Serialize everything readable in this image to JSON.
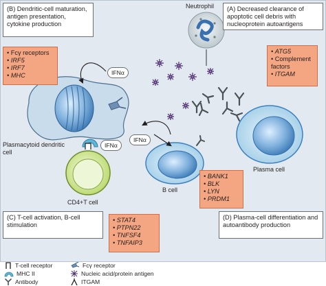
{
  "panels": {
    "b": {
      "title": "(B) Dendritic-cell maturation, antigen presentation, cytokine production"
    },
    "a": {
      "title": "(A) Decreased clearance of apoptotic cell debris with nucleoprotein autoantigens"
    },
    "c": {
      "title": "(C) T-cell activation, B-cell stimulation"
    },
    "d": {
      "title": "(D) Plasma-cell differentiation and autoantibody production"
    }
  },
  "genes": {
    "b": [
      {
        "text": "Fcγ receptors",
        "italic": false
      },
      {
        "text": "IRF5",
        "italic": true
      },
      {
        "text": "IRF7",
        "italic": true
      },
      {
        "text": "MHC",
        "italic": true
      }
    ],
    "a": [
      {
        "text": "ATG5",
        "italic": true
      },
      {
        "text": "Complement factors",
        "italic": false
      },
      {
        "text": "ITGAM",
        "italic": true
      }
    ],
    "c": [
      {
        "text": "STAT4",
        "italic": true
      },
      {
        "text": "PTPN22",
        "italic": true
      },
      {
        "text": "TNFSF4",
        "italic": true
      },
      {
        "text": "TNFAIP3",
        "italic": true
      }
    ],
    "bcell": [
      {
        "text": "BANK1",
        "italic": true
      },
      {
        "text": "BLK",
        "italic": true
      },
      {
        "text": "LYN",
        "italic": true
      },
      {
        "text": "PRDM1",
        "italic": true
      }
    ]
  },
  "labels": {
    "neutrophil": "Neutrophil",
    "pdc": "Plasmacytoid dendritic cell",
    "ifn1": "IFNα",
    "ifn2": "IFNα",
    "ifn3": "IFNα",
    "tcell": "CD4+T cell",
    "bcell": "B cell",
    "plasma": "Plasma cell"
  },
  "legend": {
    "tcr": "T-cell receptor",
    "mhc": "MHC II",
    "antibody": "Antibody",
    "fcr": "Fcγ receptor",
    "nucleic": "Nucleic acid/protein antigen",
    "itgam": "ITGAM"
  },
  "colors": {
    "panel_bg": "#e3e9f0",
    "gene_box": "#f4a582",
    "cell_blue": "#b8d8ec",
    "nucleus_blue": "#3a7fc1"
  }
}
